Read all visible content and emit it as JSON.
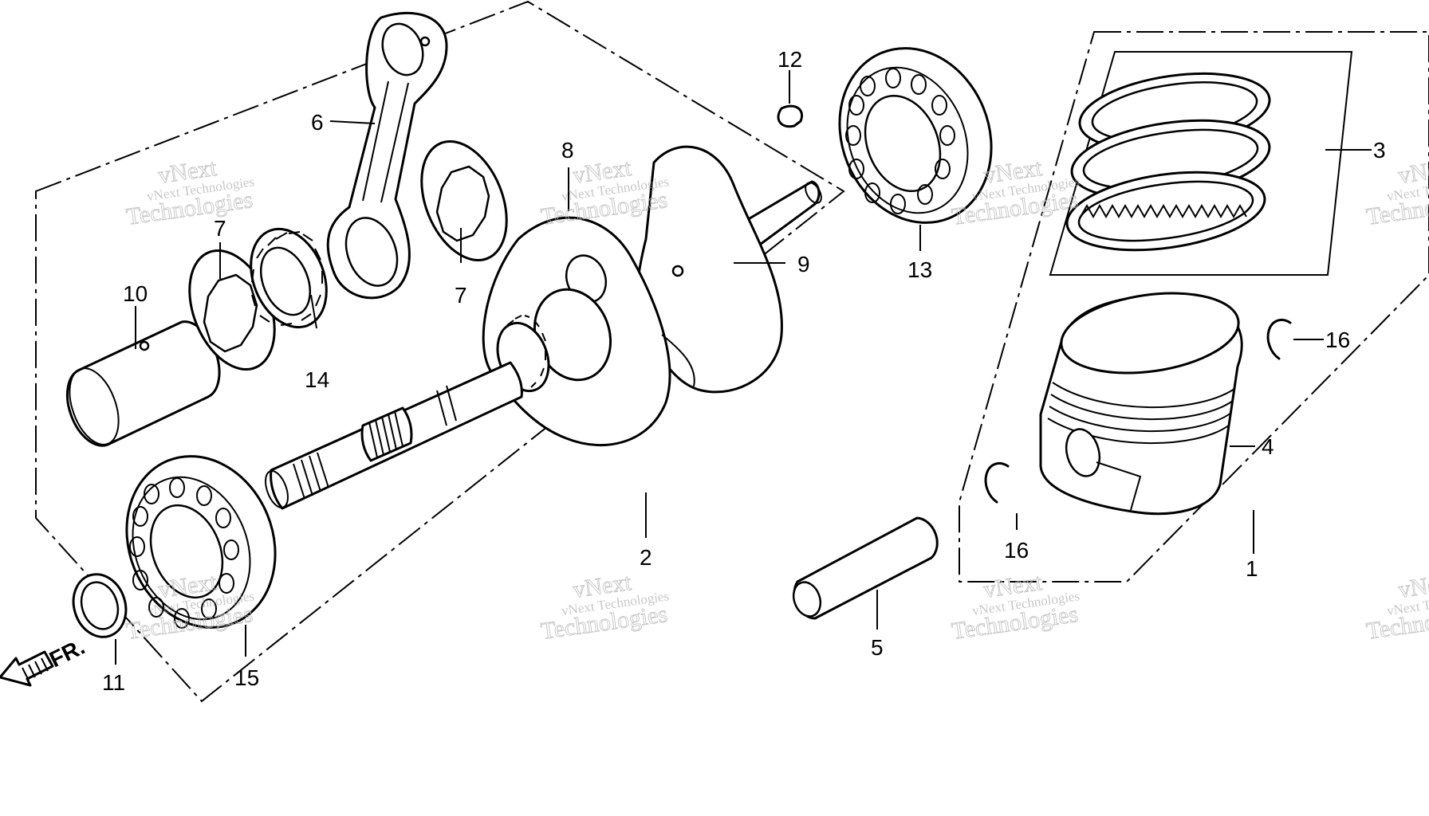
{
  "callouts": {
    "c1": "1",
    "c2": "2",
    "c3": "3",
    "c4": "4",
    "c5": "5",
    "c6": "6",
    "c7a": "7",
    "c7b": "7",
    "c8": "8",
    "c9": "9",
    "c10": "10",
    "c11": "11",
    "c12": "12",
    "c13": "13",
    "c14": "14",
    "c15": "15",
    "c16a": "16",
    "c16b": "16"
  },
  "front_marker": "FR.",
  "watermark": {
    "line1": "vNext Technologies",
    "line2": "vNext",
    "line3": "Technologies"
  }
}
